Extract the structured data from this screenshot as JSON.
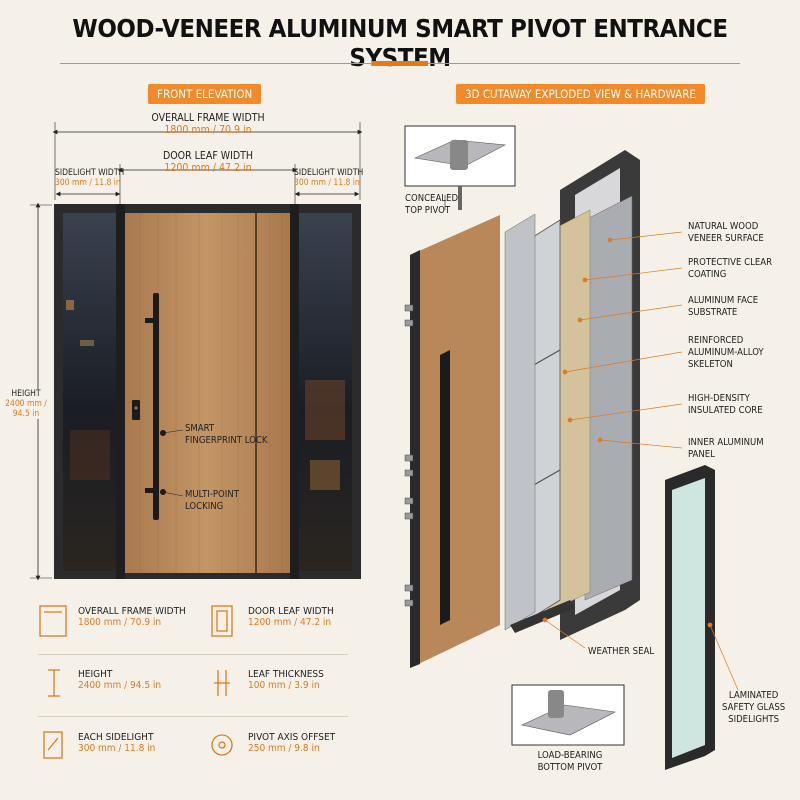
{
  "title": "WOOD-VENEER ALUMINUM SMART PIVOT ENTRANCE SYSTEM",
  "front": {
    "badge": "FRONT ELEVATION",
    "overall_label": "OVERALL FRAME WIDTH",
    "overall_value": "1800 mm / 70.9 in",
    "leaf_label": "DOOR LEAF WIDTH",
    "leaf_value": "1200 mm / 47.2 in",
    "side_left_label": "SIDELIGHT WIDTH",
    "side_left_value": "300 mm / 11.8 in",
    "side_right_label": "SIDELIGHT WIDTH",
    "side_right_value": "300 mm / 11.8 in",
    "height_label": "HEIGHT",
    "height_value_1": "2400 mm /",
    "height_value_2": "94.5 in",
    "lock_1": "SMART",
    "lock_2": "FINGERPRINT LOCK",
    "multi_1": "MULTI-POINT",
    "multi_2": "LOCKING"
  },
  "specs": [
    {
      "label": "OVERALL FRAME WIDTH",
      "value": "1800 mm / 70.9 in",
      "icon": "frame-width-icon"
    },
    {
      "label": "DOOR LEAF WIDTH",
      "value": "1200 mm / 47.2 in",
      "icon": "door-leaf-icon"
    },
    {
      "label": "HEIGHT",
      "value": "2400 mm / 94.5 in",
      "icon": "height-icon"
    },
    {
      "label": "LEAF THICKNESS",
      "value": "100 mm / 3.9 in",
      "icon": "thickness-icon"
    },
    {
      "label": "EACH SIDELIGHT",
      "value": "300 mm / 11.8 in",
      "icon": "sidelight-icon"
    },
    {
      "label": "PIVOT AXIS OFFSET",
      "value": "250 mm / 9.8 in",
      "icon": "pivot-icon"
    }
  ],
  "exploded": {
    "badge": "3D CUTAWAY EXPLODED VIEW & HARDWARE",
    "top_pivot_1": "CONCEALED",
    "top_pivot_2": "TOP PIVOT",
    "layers": [
      {
        "l1": "NATURAL WOOD",
        "l2": "VENEER SURFACE"
      },
      {
        "l1": "PROTECTIVE CLEAR",
        "l2": "COATING"
      },
      {
        "l1": "ALUMINUM FACE",
        "l2": "SUBSTRATE"
      },
      {
        "l1": "REINFORCED",
        "l2": "ALUMINUM-ALLOY",
        "l3": "SKELETON"
      },
      {
        "l1": "HIGH-DENSITY",
        "l2": "INSULATED CORE"
      },
      {
        "l1": "INNER ALUMINUM",
        "l2": "PANEL"
      }
    ],
    "weather_seal": "WEATHER SEAL",
    "glass_1": "LAMINATED",
    "glass_2": "SAFETY GLASS",
    "glass_3": "SIDELIGHTS",
    "bottom_pivot_1": "LOAD-BEARING",
    "bottom_pivot_2": "BOTTOM PIVOT"
  },
  "colors": {
    "accent": "#e07a20",
    "frame": "#2a2a2a",
    "wood": "#b98a5e",
    "background": "#f6f1e8"
  }
}
